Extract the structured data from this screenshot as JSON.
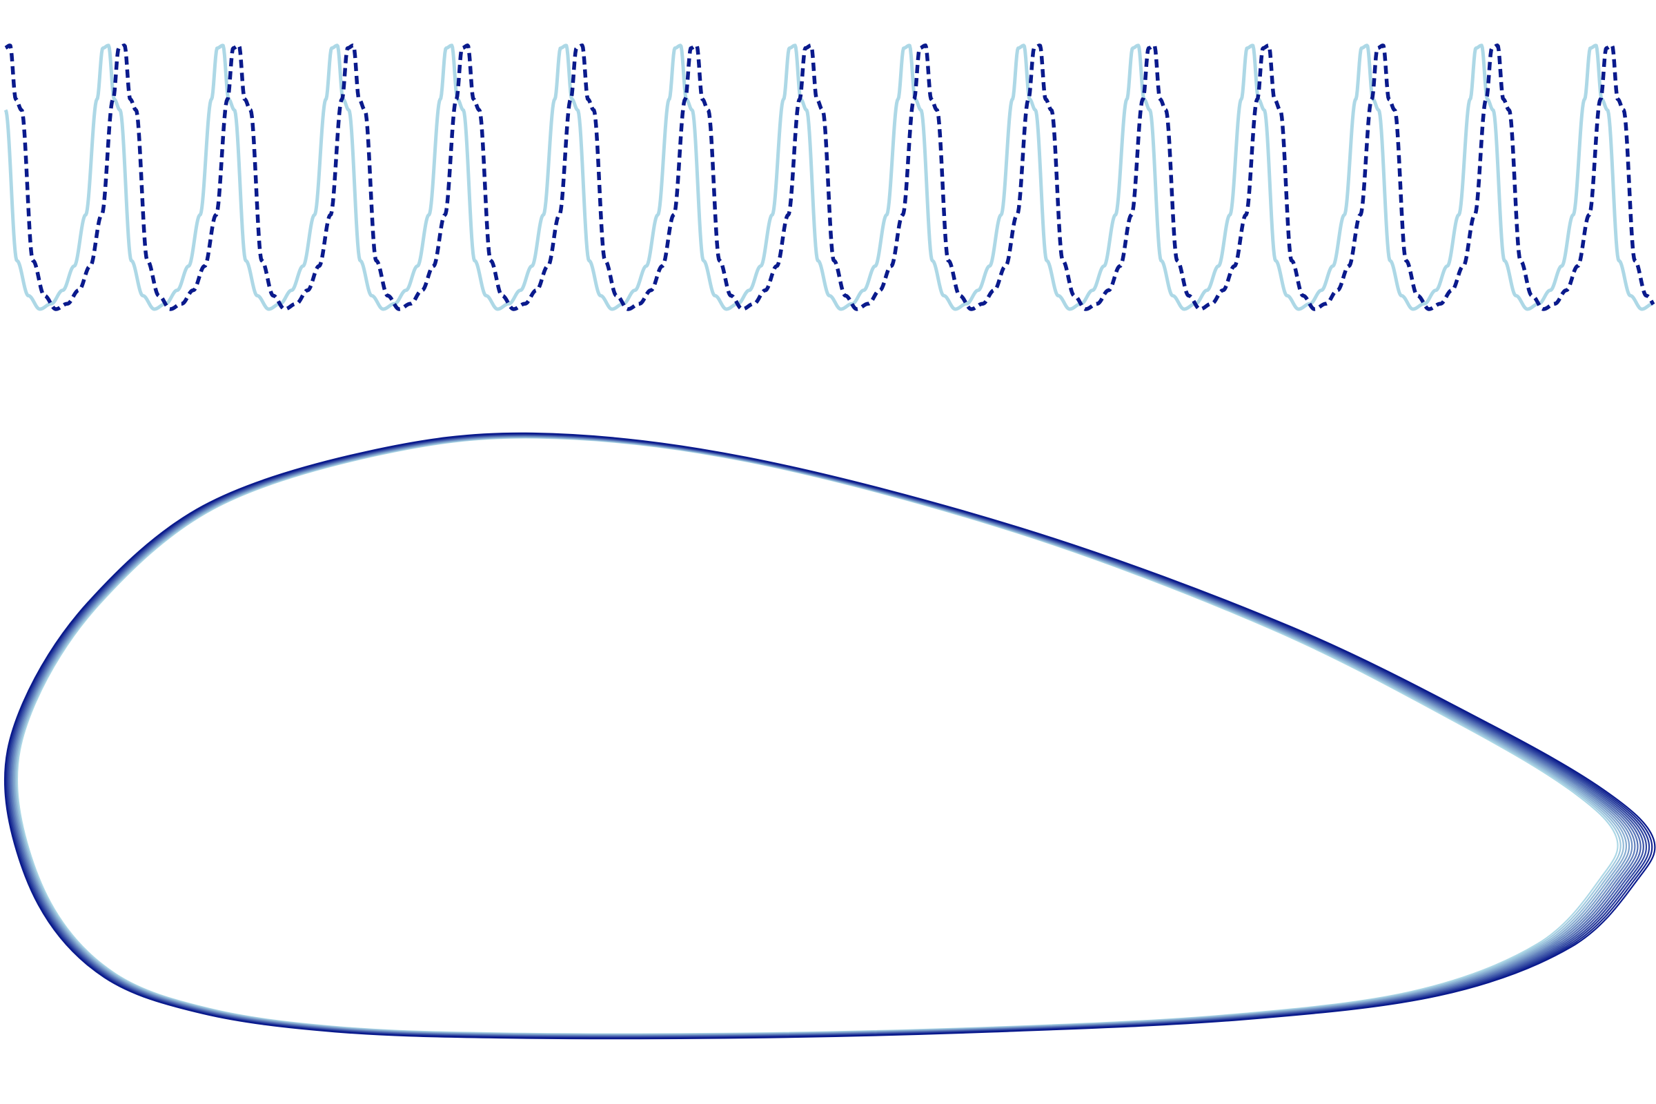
{
  "chart_data": [
    {
      "panel": "time-series",
      "type": "line",
      "title": "",
      "xlabel": "",
      "ylabel": "",
      "grid": false,
      "legend": "none",
      "x_range": [
        0,
        14.4
      ],
      "y_range": [
        0,
        1
      ],
      "cycles_shown": 14.4,
      "series": [
        {
          "color": "#add8e6",
          "line_style": "solid",
          "phase": 0.0,
          "x": [
            0,
            0.1,
            0.2,
            0.3,
            0.4,
            0.5,
            0.6,
            0.7,
            0.8,
            0.85,
            0.9,
            0.95,
            1.0
          ],
          "y": [
            0.74,
            0.18,
            0.05,
            0.0,
            0.02,
            0.07,
            0.16,
            0.35,
            0.78,
            0.97,
            0.98,
            0.78,
            0.74
          ]
        },
        {
          "color": "#0a1a8c",
          "line_style": "solid-dashed-alternating",
          "phase": 0.14,
          "x": [
            0,
            0.1,
            0.2,
            0.3,
            0.4,
            0.5,
            0.6,
            0.7,
            0.8,
            0.85,
            0.9,
            0.95,
            1.0
          ],
          "y": [
            0.74,
            0.18,
            0.05,
            0.0,
            0.02,
            0.07,
            0.16,
            0.35,
            0.78,
            0.97,
            0.98,
            0.78,
            0.74
          ]
        }
      ]
    },
    {
      "panel": "phase-portrait",
      "type": "line",
      "title": "",
      "xlabel": "",
      "ylabel": "",
      "grid": false,
      "legend": "none",
      "x_range": [
        0,
        1
      ],
      "y_range": [
        0,
        1
      ],
      "loop_count": 14,
      "color_start": "#add8e6",
      "color_end": "#0a1a8c",
      "loop_x": [
        0.32,
        0.22,
        0.12,
        0.05,
        0.01,
        0.0,
        0.02,
        0.06,
        0.12,
        0.2,
        0.3,
        0.45,
        0.6,
        0.75,
        0.87,
        0.95,
        0.99,
        1.0,
        0.97,
        0.9,
        0.78,
        0.62,
        0.45,
        0.32
      ],
      "loop_y": [
        1.0,
        0.97,
        0.88,
        0.72,
        0.55,
        0.4,
        0.22,
        0.1,
        0.04,
        0.01,
        0.0,
        0.0,
        0.01,
        0.03,
        0.07,
        0.15,
        0.26,
        0.33,
        0.41,
        0.52,
        0.68,
        0.84,
        0.96,
        1.0
      ]
    }
  ]
}
